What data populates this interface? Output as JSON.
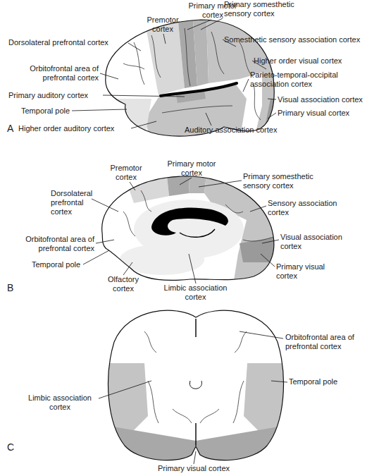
{
  "diagram": {
    "labels": [
      "Premotor cortex",
      "Primary motor cortex",
      "Primary somesthetic sensory cortex",
      "Somesthetic sensory association cortex",
      "Dorsolateral prefrontal cortex",
      "Higher order visual cortex",
      "Orbitofrontal area of prefrontal cortex",
      "Parieto-temporal-occipital association cortex",
      "Primary auditory cortex",
      "Visual association cortex",
      "Temporal pole",
      "Primary visual cortex",
      "Higher order auditory cortex",
      "Auditory association cortex",
      "A",
      "Premotor cortex",
      "Primary motor cortex",
      "Primary somesthetic sensory cortex",
      "Dorsolateral prefrontal cortex",
      "Sensory association cortex",
      "Orbitofrontal area of prefrontal cortex",
      "Visual association cortex",
      "Temporal pole",
      "Primary visual cortex",
      "Olfactory cortex",
      "Limbic association cortex",
      "B",
      "Orbitofrontal area of prefrontal cortex",
      "Temporal pole",
      "Limbic association cortex",
      "Primary visual cortex",
      "C"
    ]
  }
}
